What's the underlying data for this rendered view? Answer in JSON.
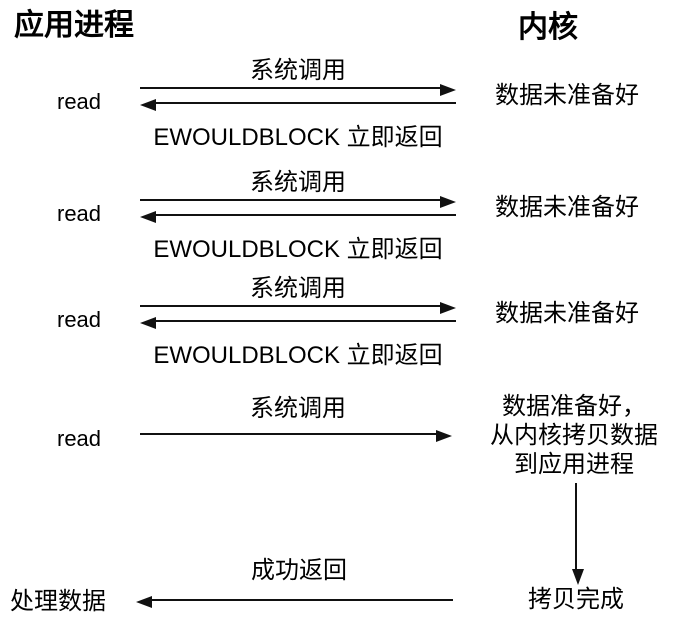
{
  "diagram": {
    "title_left": "应用进程",
    "title_right": "内核",
    "cycles": [
      {
        "caller": "read",
        "call_label": "系统调用",
        "return_label": "EWOULDBLOCK 立即返回",
        "kernel_status": "数据未准备好"
      },
      {
        "caller": "read",
        "call_label": "系统调用",
        "return_label": "EWOULDBLOCK 立即返回",
        "kernel_status": "数据未准备好"
      },
      {
        "caller": "read",
        "call_label": "系统调用",
        "return_label": "EWOULDBLOCK 立即返回",
        "kernel_status": "数据未准备好"
      }
    ],
    "final_call": {
      "caller": "read",
      "call_label": "系统调用",
      "kernel_status_line1": "数据准备好，",
      "kernel_status_line2": "从内核拷贝数据",
      "kernel_status_line3": "到应用进程"
    },
    "completion": {
      "kernel_label": "拷贝完成",
      "return_label": "成功返回",
      "caller_label": "处理数据"
    },
    "icons": {
      "syscall_arrow": "css-arrow-right",
      "return_arrow": "css-arrow-left",
      "copy_arrow": "css-arrow-down"
    },
    "colors": {
      "text": "#000000",
      "line": "#111111",
      "background": "#ffffff"
    }
  }
}
